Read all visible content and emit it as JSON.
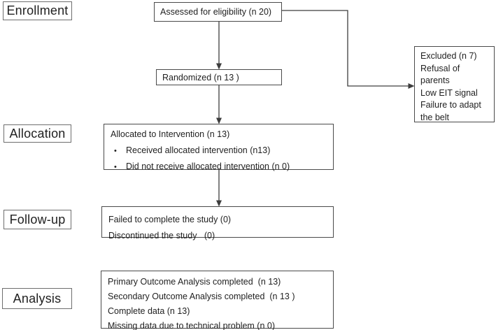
{
  "diagram": {
    "title_hint": "CONSORT participant flow diagram",
    "bullet_glyph": "•",
    "colors": {
      "background": "#ffffff",
      "box_border": "#4a4a4a",
      "label_border": "#6e6e6e",
      "arrow": "#3d3d3d",
      "text": "#1f1f1f"
    },
    "stage_labels": {
      "enrollment": "Enrollment",
      "allocation": "Allocation",
      "followup": "Follow-up",
      "analysis": "Analysis"
    },
    "boxes": {
      "assessed": {
        "text": "Assessed for eligibility (n 20)"
      },
      "randomized": {
        "text": "Randomized (n 13 )"
      },
      "excluded": {
        "lines": [
          "Excluded (n 7)",
          "Refusal of parents",
          "Low EIT signal",
          "Failure to adapt",
          "the belt"
        ]
      },
      "allocated": {
        "title": "Allocated to Intervention (n 13)",
        "bullets": [
          "Received allocated intervention (n13)",
          "Did not receive allocated intervention (n 0)"
        ]
      },
      "followup": {
        "lines": [
          "Failed to complete the study (0)",
          "Discontinued the study   (0)"
        ]
      },
      "analysis": {
        "lines": [
          "Primary Outcome Analysis completed  (n 13)",
          "Secondary Outcome Analysis completed  (n 13 )",
          "Complete data (n 13)",
          "Missing data due to technical problem (n 0)"
        ]
      }
    }
  }
}
